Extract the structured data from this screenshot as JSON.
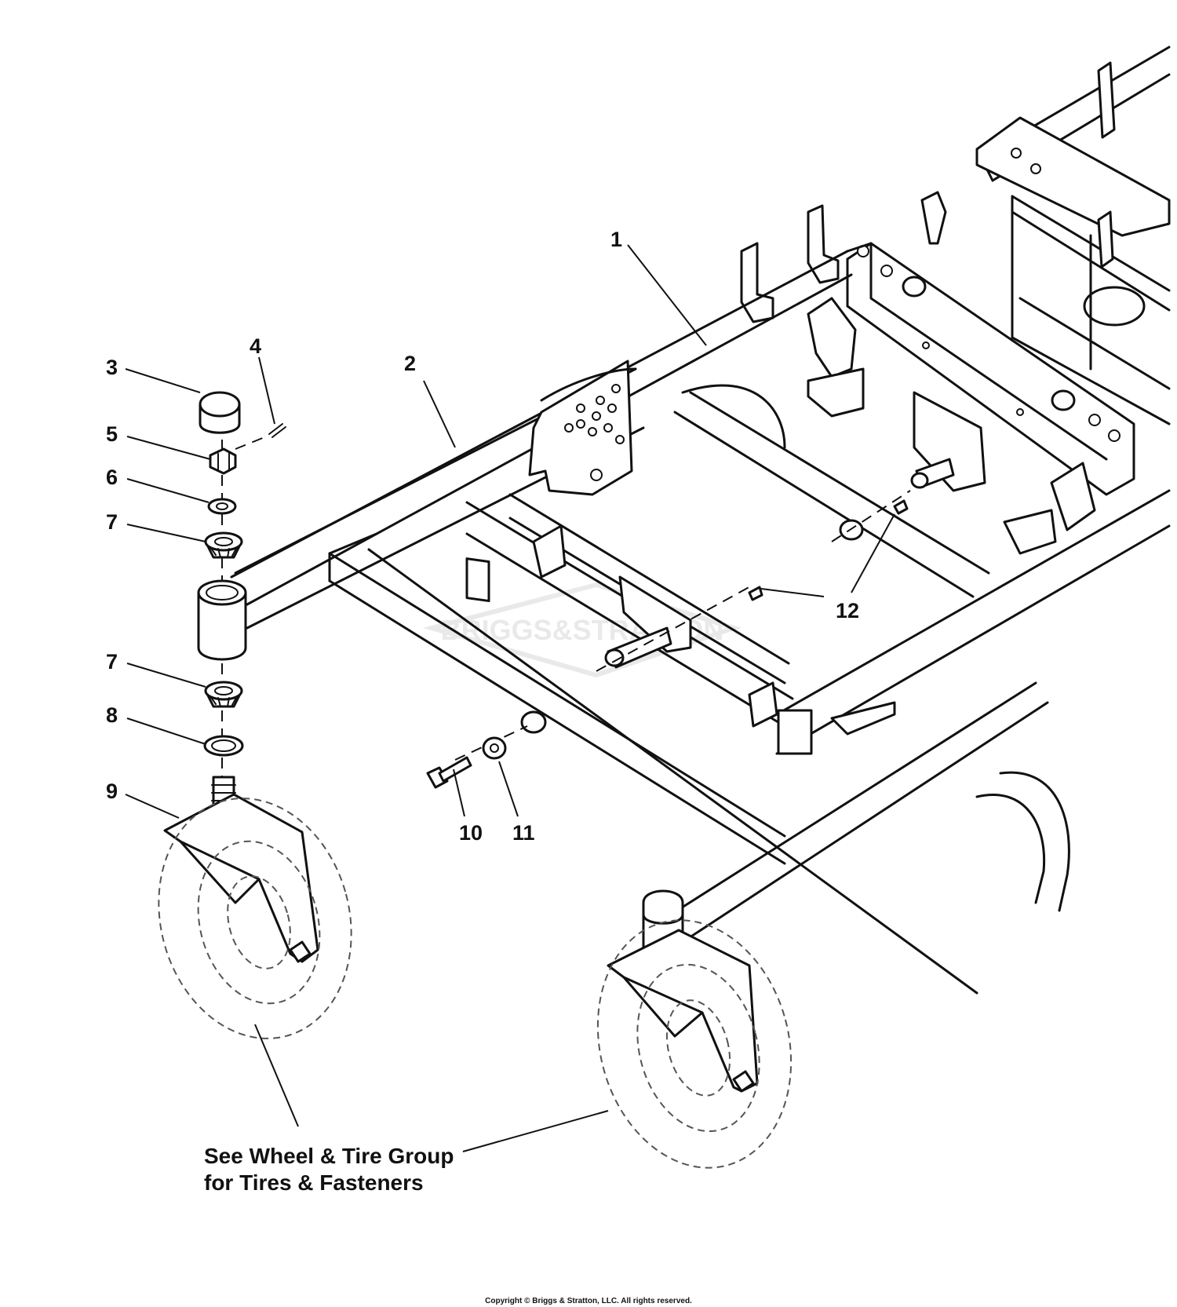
{
  "callouts": [
    {
      "id": "c1",
      "label": "1"
    },
    {
      "id": "c2",
      "label": "2"
    },
    {
      "id": "c3",
      "label": "3"
    },
    {
      "id": "c4",
      "label": "4"
    },
    {
      "id": "c5",
      "label": "5"
    },
    {
      "id": "c6",
      "label": "6"
    },
    {
      "id": "c7a",
      "label": "7"
    },
    {
      "id": "c7b",
      "label": "7"
    },
    {
      "id": "c8",
      "label": "8"
    },
    {
      "id": "c9",
      "label": "9"
    },
    {
      "id": "c10",
      "label": "10"
    },
    {
      "id": "c11",
      "label": "11"
    },
    {
      "id": "c12",
      "label": "12"
    }
  ],
  "note": {
    "line1": "See Wheel & Tire Group",
    "line2": "for Tires & Fasteners"
  },
  "watermark": "BRIGGS&STRATTON",
  "copyright": "Copyright © Briggs & Stratton, LLC. All rights reserved."
}
